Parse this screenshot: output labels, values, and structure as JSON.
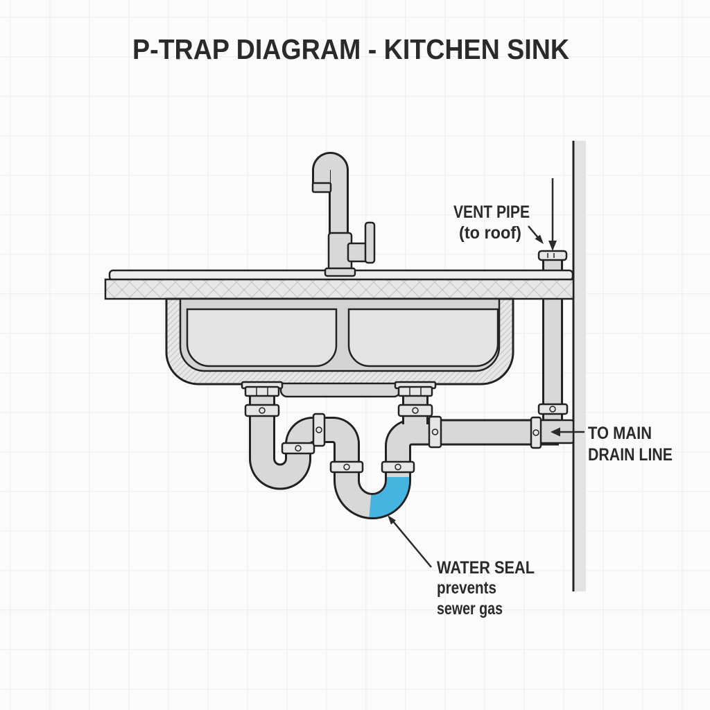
{
  "title": "P-TRAP DIAGRAM - KITCHEN SINK",
  "labels": {
    "vent": {
      "line1": "VENT PIPE",
      "line2": "(to roof)"
    },
    "drain": {
      "line1": "TO MAIN",
      "line2": "DRAIN LINE"
    },
    "water_seal": {
      "line1": "WATER SEAL",
      "line2": "prevents",
      "line3": "sewer gas"
    }
  },
  "legend": {
    "water_seal_fill": "water highlighted in blue inside P-trap bend"
  },
  "icons": [
    "down-arrow-icon",
    "diagonal-arrow-icon",
    "left-arrow-icon",
    "up-left-arrow-icon"
  ],
  "colors": {
    "outline": "#222222",
    "pipe": "#d8d8d8",
    "fitting": "#e6e6e6",
    "water": "#45b4e0",
    "text": "#2a2a2a",
    "counterTop": "#ededed",
    "basin": "#e4e4e4",
    "cavity": "#d3d3d3",
    "wall": "#e3e3e3",
    "bg": "#fbfbfb",
    "grid": "#f0f0f0",
    "hatch": "#c2c2c2",
    "hatchbg": "#e7e7e7"
  }
}
